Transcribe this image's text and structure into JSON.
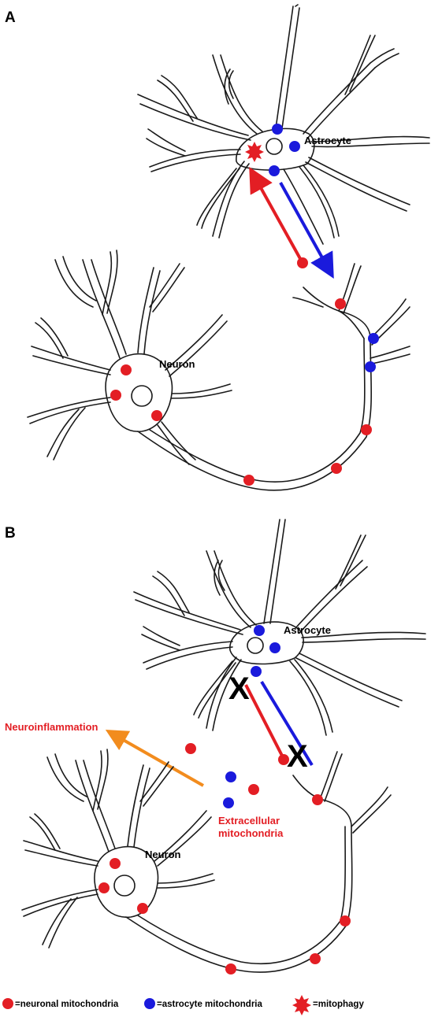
{
  "panels": {
    "a": {
      "letter": "A",
      "astrocyte_label": "Astrocyte",
      "neuron_label": "Neuron"
    },
    "b": {
      "letter": "B",
      "astrocyte_label": "Astrocyte",
      "neuron_label": "Neuron",
      "neuroinflammation_label": "Neuroinflammation",
      "extracellular_label_line1": "Extracellular",
      "extracellular_label_line2": "mitochondria",
      "block_mark": "X"
    }
  },
  "legend": {
    "neuronal": "=neuronal mitochondria",
    "astrocyte": "=astrocyte mitochondria",
    "mitophagy": "=mitophagy"
  },
  "colors": {
    "neuronal_mitochondria": "#e31e24",
    "astrocyte_mitochondria": "#1a1adc",
    "mitophagy": "#e31e24",
    "neuroinflammation_arrow": "#f28c1e",
    "outline": "#1a1a1a"
  }
}
